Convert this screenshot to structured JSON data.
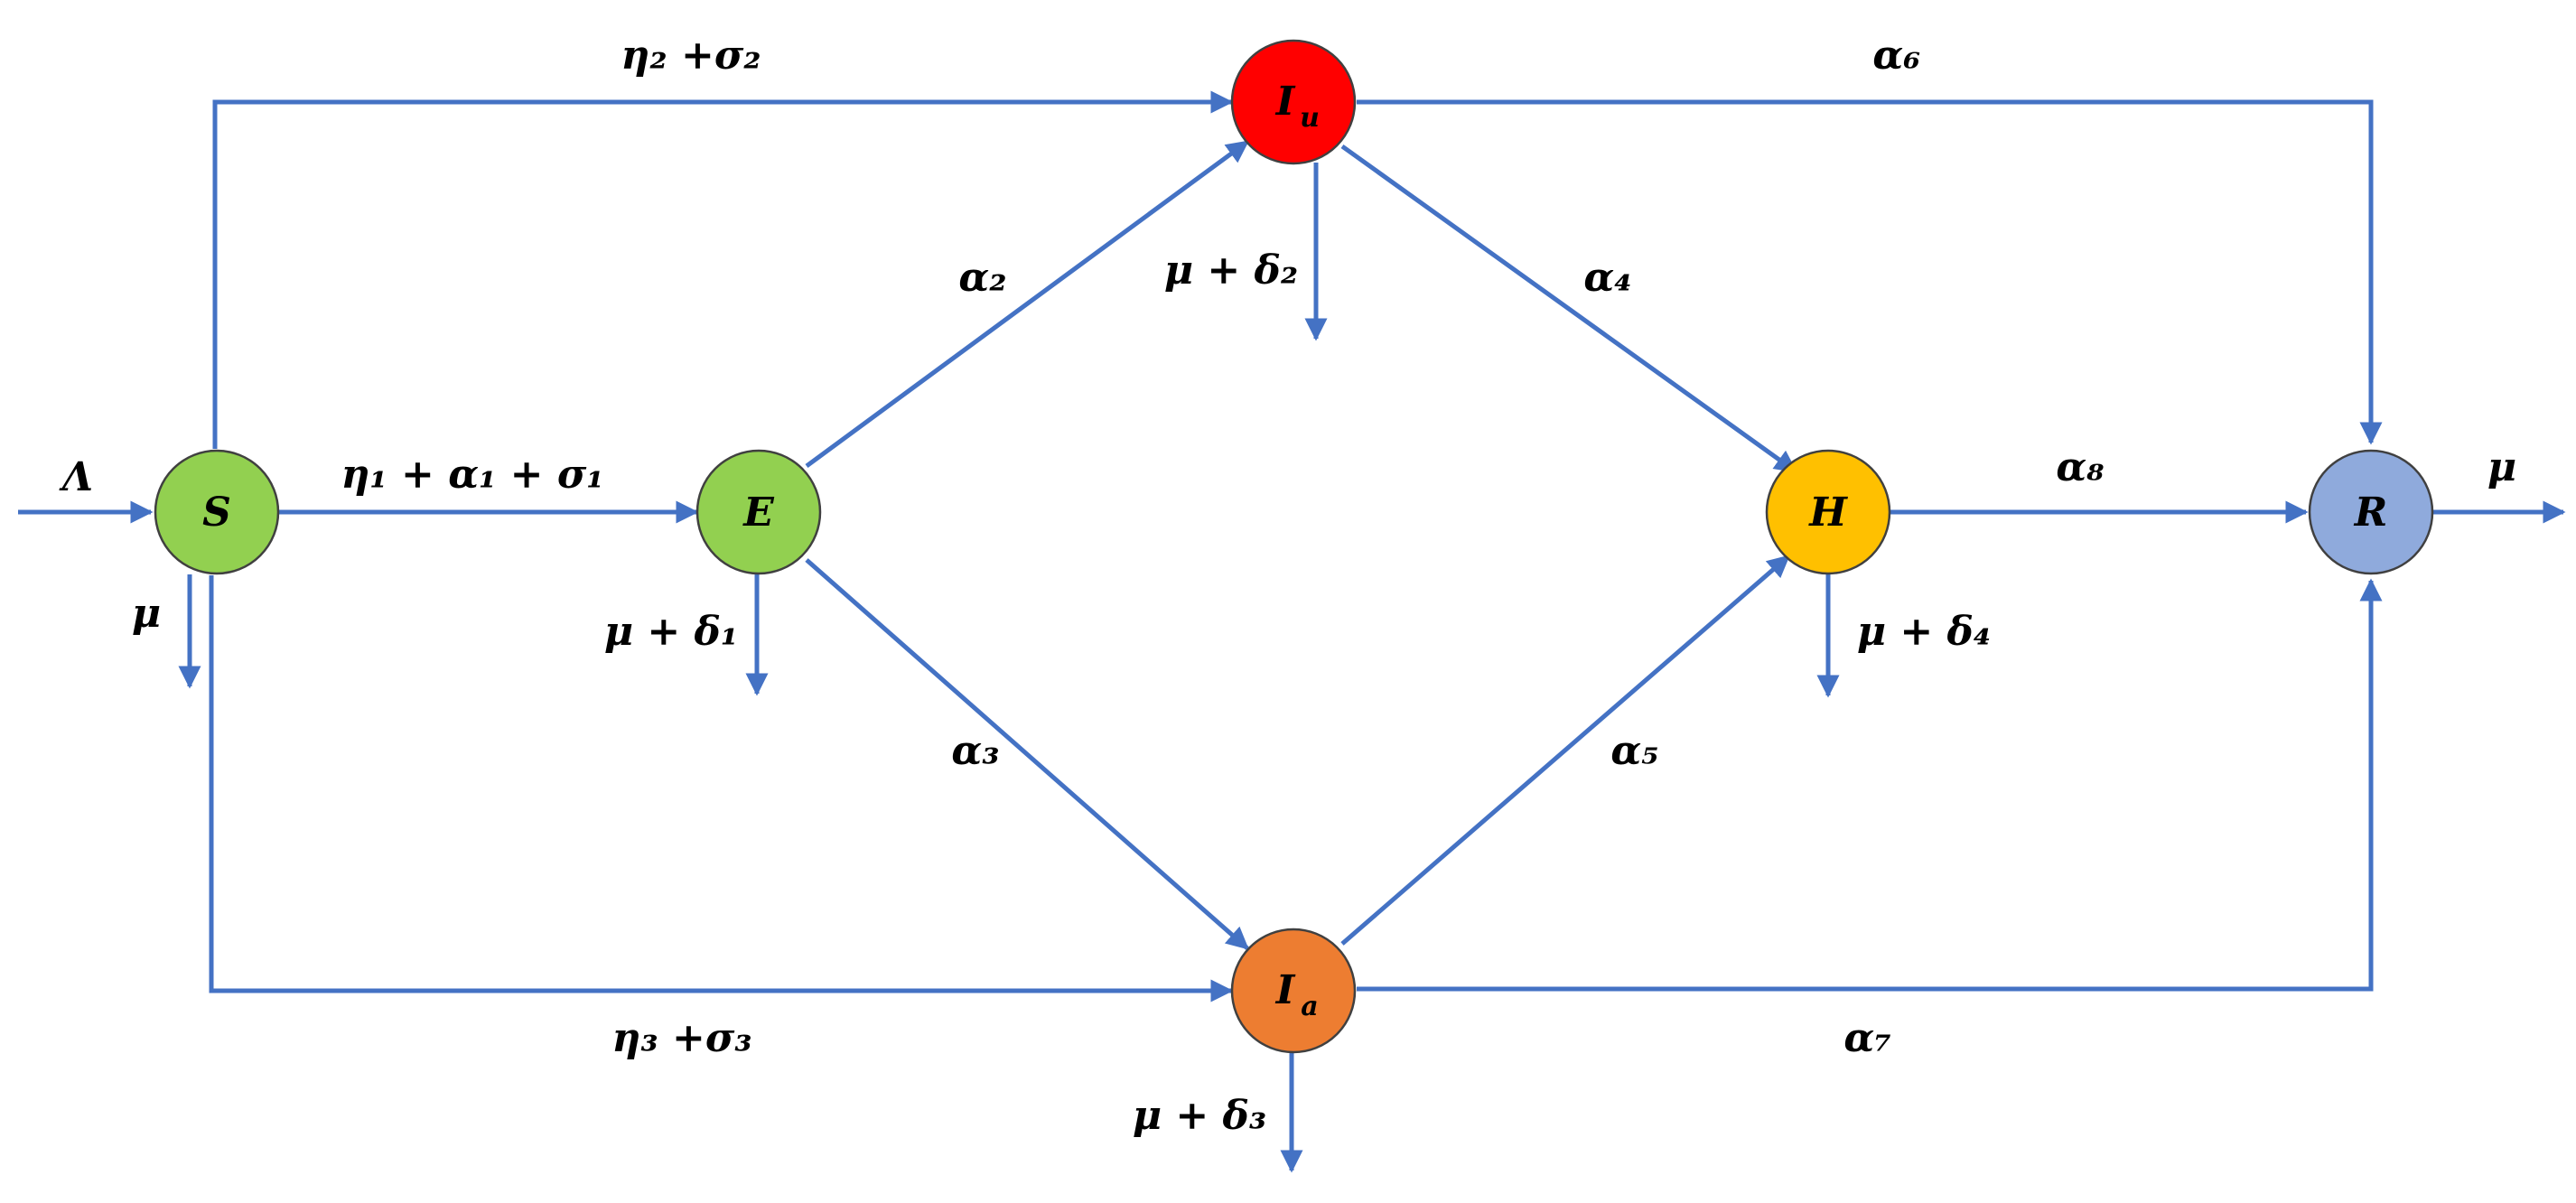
{
  "nodes": {
    "S": {
      "label": "S",
      "color": "#92D050"
    },
    "E": {
      "label": "E",
      "color": "#92D050"
    },
    "Iu": {
      "label": "I",
      "sub": "u",
      "color": "#FF0000"
    },
    "Ia": {
      "label": "I",
      "sub": "a",
      "color": "#ED7D31"
    },
    "H": {
      "label": "H",
      "color": "#FFC000"
    },
    "R": {
      "label": "R",
      "color": "#8FAADC"
    }
  },
  "edges": {
    "lambda_in": "Λ",
    "s_death": "μ",
    "s_to_e": "η₁ + α₁ + σ₁",
    "s_to_iu": "η₂ +σ₂",
    "s_to_ia": "η₃ +σ₃",
    "e_death": "μ + δ₁",
    "e_to_iu": "α₂",
    "e_to_ia": "α₃",
    "iu_death": "μ + δ₂",
    "iu_to_h": "α₄",
    "iu_to_r": "α₆",
    "ia_death": "μ + δ₃",
    "ia_to_h": "α₅",
    "ia_to_r": "α₇",
    "h_death": "μ + δ₄",
    "h_to_r": "α₈",
    "r_death": "μ"
  },
  "colors": {
    "arrow": "#4472C4",
    "node_border": "#404040"
  }
}
